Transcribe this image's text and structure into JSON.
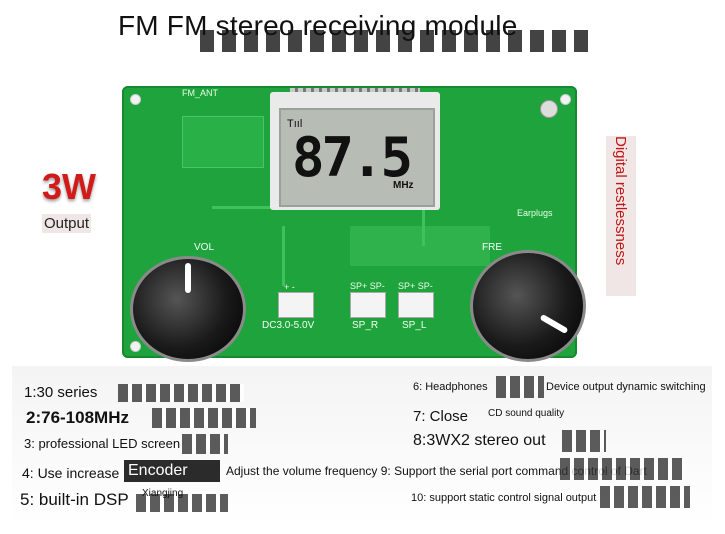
{
  "title": "FM FM stereo receiving module",
  "badge": {
    "power": "3W",
    "label": "Output",
    "color": "#d11a1a"
  },
  "side_label": "Digital restlessness",
  "board": {
    "antenna_label": "FM_ANT",
    "vol_label": "VOL",
    "fre_label": "FRE",
    "earplugs_label": "Earplugs",
    "power_label": "DC3.0-5.0V",
    "spr_label": "SP_R",
    "spl_label": "SP_L",
    "sp_pins": "SP+ SP-",
    "plus_minus": "+ -",
    "lcd": {
      "frequency": "87.5",
      "unit": "MHz",
      "signal": "Tııl"
    }
  },
  "features": {
    "f1": "1:30 series",
    "f2": "2:76-108MHz",
    "f3": "3: professional LED screen",
    "f4": "4: Use increase",
    "f4_encoder": "Encoder",
    "f4_rest": "Adjust the volume frequency 9: Support the serial port command control of Dart",
    "f5": "5: built-in DSP",
    "f5_sub": "Xiangjing",
    "f6": "6: Headphones",
    "f6_rest": "Device output dynamic switching",
    "f7": "7: Close",
    "f7_sub": "CD sound quality",
    "f8": "8:3WX2 stereo out",
    "f10": "10: support static control signal output"
  }
}
